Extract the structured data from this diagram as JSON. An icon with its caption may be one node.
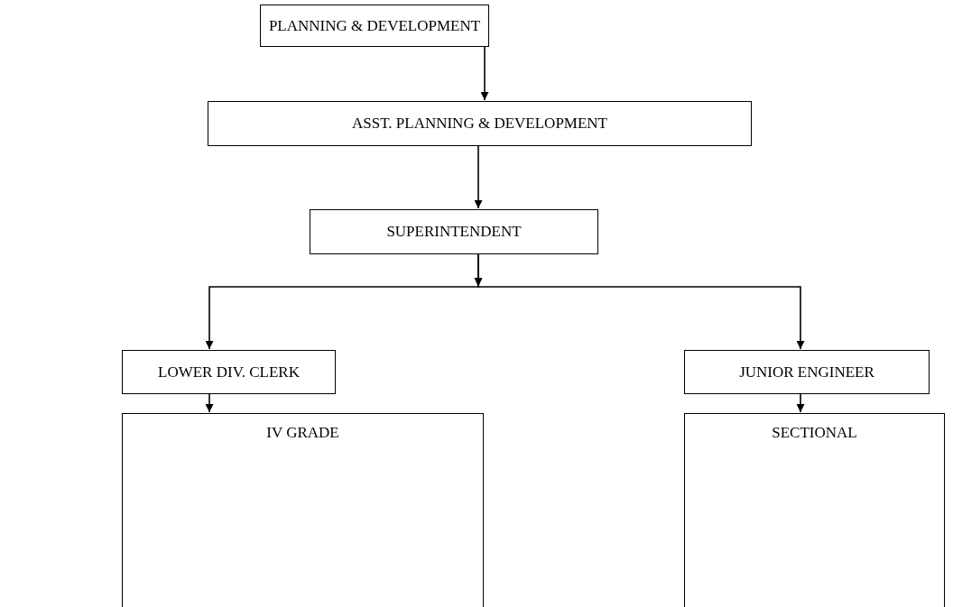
{
  "diagram": {
    "nodes": [
      {
        "text": [
          "PLANNING & DEVELOPMENT"
        ]
      },
      {
        "text": [
          "ASST. PLANNING & DEVELOPMENT"
        ]
      },
      {
        "text": [
          "SUPERINTENDENT"
        ]
      },
      {
        "text": [
          "LOWER DIV. CLERK"
        ]
      },
      {
        "text": [
          "JUNIOR ENGINEER"
        ]
      },
      {
        "text": [
          "IV GRADE"
        ]
      },
      {
        "text": [
          "SECTIONAL"
        ]
      }
    ],
    "edges": [
      {
        "from": 0,
        "to": 1,
        "arrow": "to"
      },
      {
        "from": 1,
        "to": 2,
        "arrow": "to"
      },
      {
        "from": 2,
        "to": 3,
        "arrow": "to"
      },
      {
        "from": 2,
        "to": 4,
        "arrow": "to"
      },
      {
        "from": 3,
        "to": 5,
        "arrow": "to"
      },
      {
        "from": 4,
        "to": 6,
        "arrow": "to"
      }
    ]
  }
}
